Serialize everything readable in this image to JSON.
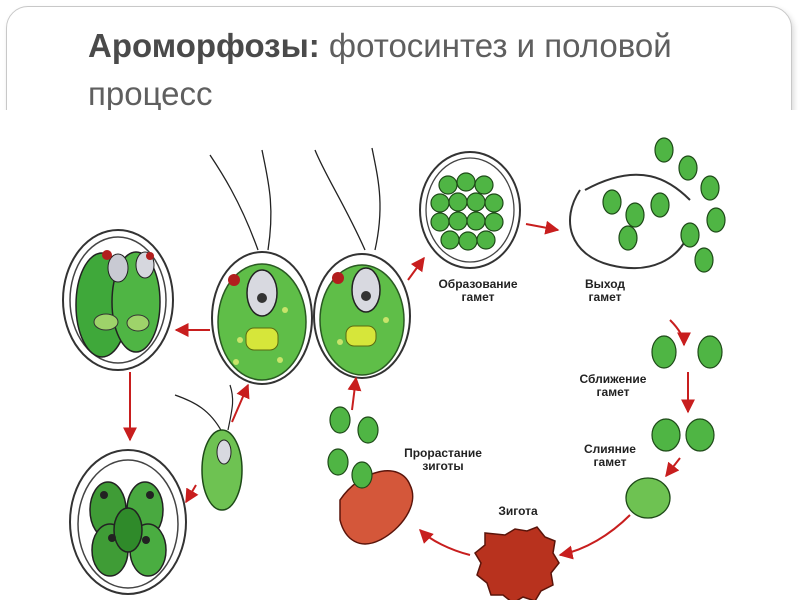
{
  "slide": {
    "title_bold": "Ароморфозы:",
    "title_rest": " фотосинтез и половой процесс"
  },
  "labels": {
    "gamete_formation": "Образование\nгамет",
    "gamete_exit": "Выход\nгамет",
    "gamete_approach": "Сближение\nгамет",
    "gamete_fusion": "Слияние\nгамет",
    "zygote": "Зигота",
    "zygote_germination": "Прорастание\nзиготы"
  },
  "colors": {
    "cell_green": "#3fa83a",
    "cell_light": "#9ed36a",
    "arrow": "#c81e1e",
    "zygote": "#b8321e"
  }
}
